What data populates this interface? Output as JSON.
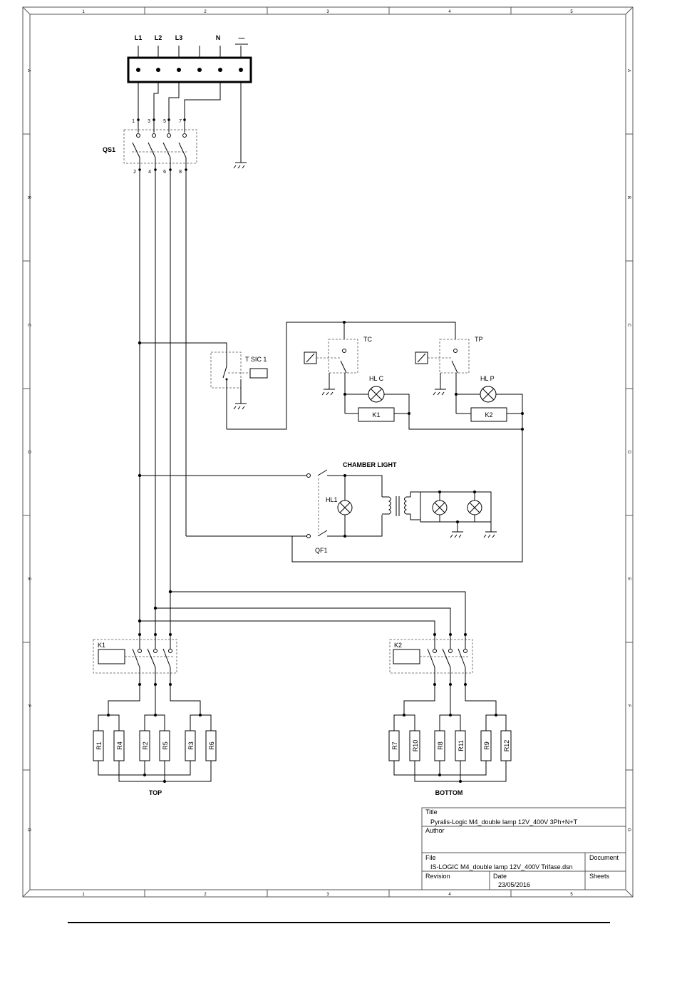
{
  "grid": {
    "columns": [
      "1",
      "2",
      "3",
      "4",
      "5"
    ],
    "rows": [
      "A",
      "B",
      "C",
      "D",
      "E",
      "F",
      "G"
    ]
  },
  "supply": {
    "terminals": [
      "L1",
      "L2",
      "L3",
      "N",
      "—"
    ]
  },
  "isolator": {
    "name": "QS1",
    "in_pins": [
      "1",
      "3",
      "5",
      "7"
    ],
    "out_pins": [
      "2",
      "4",
      "6",
      "8"
    ]
  },
  "control": {
    "safety_thermostat": "T SIC 1",
    "thermostat_top": "TC",
    "thermostat_bottom": "TP",
    "lamp_top": "HL C",
    "lamp_bottom": "HL P",
    "coil_top": "K1",
    "coil_bottom": "K2"
  },
  "lighting": {
    "title": "CHAMBER LIGHT",
    "lamp": "HL1",
    "breaker": "QF1"
  },
  "contactors": {
    "top": "K1",
    "bottom": "K2"
  },
  "heaters": {
    "top_group_label": "TOP",
    "bottom_group_label": "BOTTOM",
    "top_resistors": [
      "R1",
      "R4",
      "R2",
      "R5",
      "R3",
      "R6"
    ],
    "bottom_resistors": [
      "R7",
      "R10",
      "R8",
      "R11",
      "R9",
      "R12"
    ]
  },
  "title_block": {
    "title_label": "Title",
    "title_value": "Pyralis-Logic M4_double lamp 12V_400V 3Ph+N+T",
    "author_label": "Author",
    "author_value": "",
    "file_label": "File",
    "file_value": "IS-LOGIC M4_double lamp 12V_400V Trifase.dsn",
    "document_label": "Document",
    "revision_label": "Revision",
    "date_label": "Date",
    "date_value": "23/05/2016",
    "sheets_label": "Sheets"
  }
}
